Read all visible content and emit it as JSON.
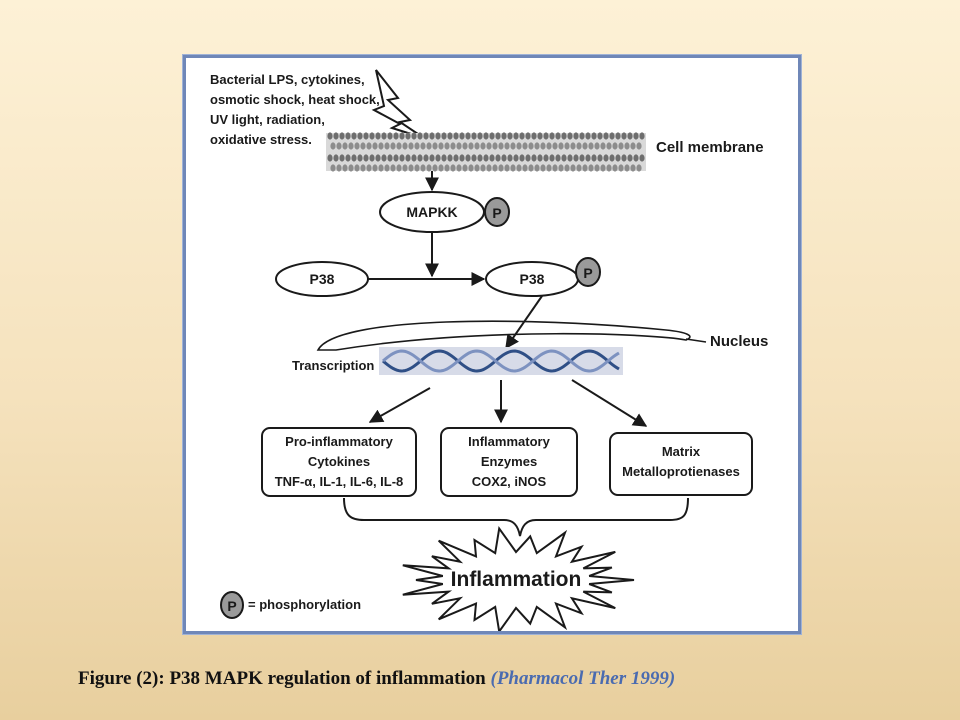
{
  "diagram": {
    "stimuli": [
      "Bacterial LPS, cytokines,",
      "osmotic shock, heat shock,",
      "UV light, radiation,",
      "oxidative stress."
    ],
    "cell_membrane": "Cell membrane",
    "mapkk": "MAPKK",
    "p_marker": "P",
    "p38": "P38",
    "p38_phosphorylated": "P38",
    "nucleus": "Nucleus",
    "transcription": "Transcription",
    "box_cytokines": [
      "Pro-inflammatory",
      "Cytokines",
      "TNF-α, IL-1, IL-6, IL-8"
    ],
    "box_enzymes": [
      "Inflammatory",
      "Enzymes",
      "COX2, iNOS"
    ],
    "box_matrix": [
      "Matrix",
      "Metalloprotienases"
    ],
    "inflammation": "Inflammation",
    "legend_text": "= phosphorylation"
  },
  "caption": {
    "main": "Figure (2): P38 MAPK regulation of inflammation",
    "source": "(Pharmacol Ther 1999)"
  },
  "colors": {
    "frame_border": "#6f87b8",
    "p_circle_fill": "#9a9a9a",
    "dna_strand": "#2f4f86",
    "caption_source": "#4a6bb0"
  }
}
